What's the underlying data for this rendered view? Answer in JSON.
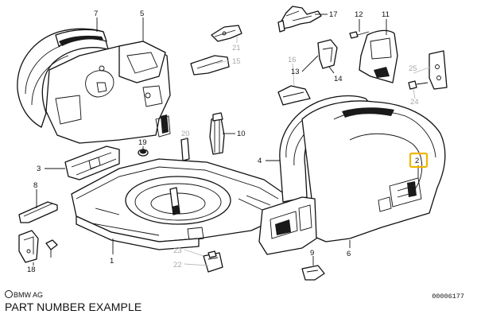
{
  "diagram": {
    "callouts": [
      {
        "id": "c7",
        "label": "7",
        "style": "dark"
      },
      {
        "id": "c5",
        "label": "5",
        "style": "dark"
      },
      {
        "id": "c17",
        "label": "17",
        "style": "dark"
      },
      {
        "id": "c12",
        "label": "12",
        "style": "dark"
      },
      {
        "id": "c11",
        "label": "11",
        "style": "dark"
      },
      {
        "id": "c21",
        "label": "21",
        "style": "grey"
      },
      {
        "id": "c15",
        "label": "15",
        "style": "grey"
      },
      {
        "id": "c16",
        "label": "16",
        "style": "grey"
      },
      {
        "id": "c13",
        "label": "13",
        "style": "dark"
      },
      {
        "id": "c14",
        "label": "14",
        "style": "dark"
      },
      {
        "id": "c25",
        "label": "25",
        "style": "grey"
      },
      {
        "id": "c10",
        "label": "10",
        "style": "dark"
      },
      {
        "id": "c24",
        "label": "24",
        "style": "grey"
      },
      {
        "id": "c20",
        "label": "20",
        "style": "grey"
      },
      {
        "id": "c19",
        "label": "19",
        "style": "dark"
      },
      {
        "id": "c3",
        "label": "3",
        "style": "dark"
      },
      {
        "id": "c4",
        "label": "4",
        "style": "dark"
      },
      {
        "id": "c2",
        "label": "2",
        "style": "highlight"
      },
      {
        "id": "c8",
        "label": "8",
        "style": "dark"
      },
      {
        "id": "c1",
        "label": "1",
        "style": "dark"
      },
      {
        "id": "c23",
        "label": "23",
        "style": "grey"
      },
      {
        "id": "c22",
        "label": "22",
        "style": "grey"
      },
      {
        "id": "c9",
        "label": "9",
        "style": "dark"
      },
      {
        "id": "c6",
        "label": "6",
        "style": "dark"
      },
      {
        "id": "c18",
        "label": "18",
        "style": "dark"
      }
    ]
  },
  "footer": {
    "brand": "BMW AG",
    "caption": "PART NUMBER EXAMPLE",
    "doc_number": "00006177"
  },
  "colors": {
    "line": "#111111",
    "secondary_line": "#b9b9b9",
    "highlight": "#f2b400"
  }
}
